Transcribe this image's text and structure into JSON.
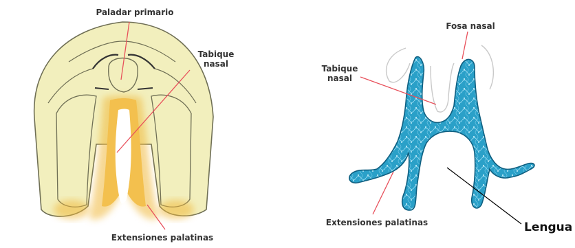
{
  "left_panel": {
    "labels": {
      "primary_palate": "Paladar primario",
      "nasal_septum_line1": "Tabique",
      "nasal_septum_line2": "nasal",
      "palatine_extensions": "Extensiones palatinas"
    },
    "colors": {
      "tissue": "#f2efbd",
      "tissue_outline": "#6f6f55",
      "palate_highlight": "#f0b83a",
      "pointer_line": "#e8505b"
    }
  },
  "right_panel": {
    "labels": {
      "nasal_fossa": "Fosa nasal",
      "nasal_septum_line1": "Tabique",
      "nasal_septum_line2": "nasal",
      "palatine_extensions": "Extensiones palatinas",
      "tongue": "Lengua"
    },
    "colors": {
      "tissue": "#2aa0c8",
      "tissue_outline": "#0f5f80",
      "ghost_outline": "#c9c9c9",
      "pointer_line": "#e8505b",
      "tongue_line": "#000000"
    }
  }
}
